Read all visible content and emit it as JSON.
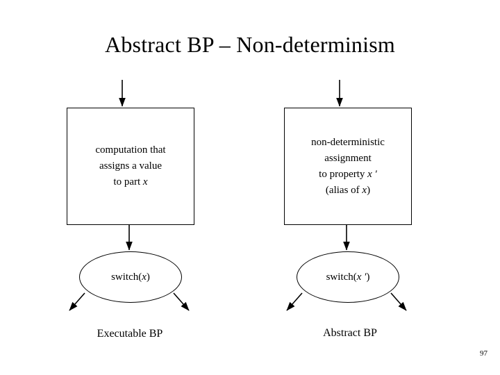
{
  "slide": {
    "title": "Abstract BP – Non-determinism",
    "page_number": "97",
    "boxes": [
      {
        "id": "executable-computation-box",
        "text": "computation that\nassigns a value\nto part x"
      },
      {
        "id": "abstract-assignment-box",
        "text": "non-deterministic\nassignment\nto property x ′\n(alias of x)"
      }
    ],
    "ellipses": [
      {
        "id": "switch-x-ellipse",
        "text": "switch(x)"
      },
      {
        "id": "switch-x-prime-ellipse",
        "text": "switch(x ′)"
      }
    ],
    "labels": [
      {
        "id": "executable-bp-label",
        "text": "Executable BP"
      },
      {
        "id": "abstract-bp-label",
        "text": "Abstract BP"
      }
    ]
  },
  "colors": {
    "background": "#ffffff",
    "stroke": "#000000",
    "text": "#000000"
  }
}
